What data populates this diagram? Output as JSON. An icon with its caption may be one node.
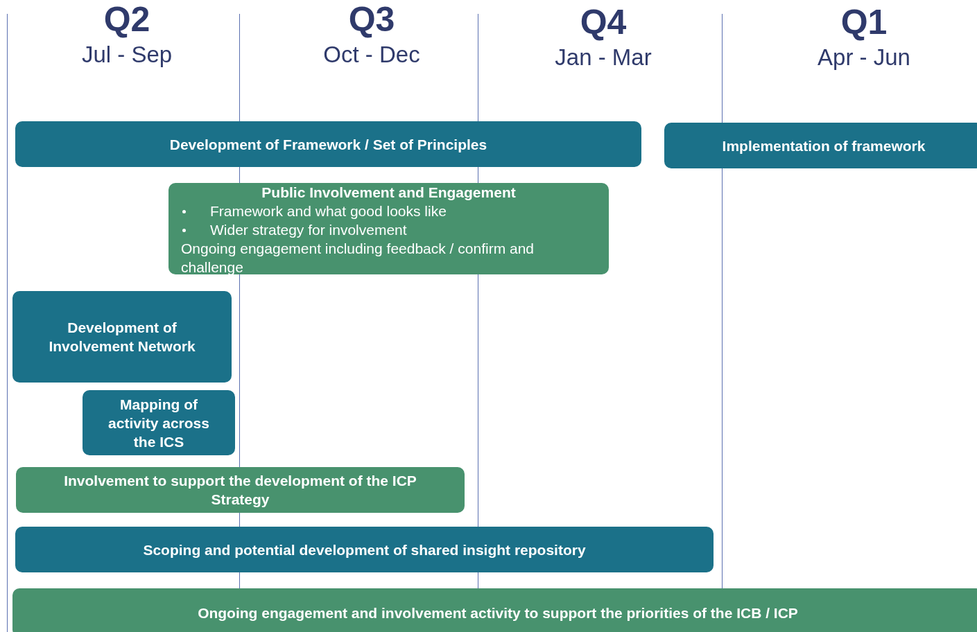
{
  "diagram": {
    "nodes": [
      {
        "text": [
          "Development of Framework / Set of Principles"
        ]
      },
      {
        "text": [
          "Implementation of framework"
        ]
      },
      {
        "text": [
          "Public Involvement and Engagement",
          "Framework and what good looks like",
          "Wider strategy for involvement",
          "Ongoing engagement including feedback / confirm and challenge"
        ]
      },
      {
        "text": [
          "Development of Involvement Network"
        ]
      },
      {
        "text": [
          "Mapping of activity across the ICS"
        ]
      },
      {
        "text": [
          "Involvement to support the development of the ICP Strategy"
        ]
      },
      {
        "text": [
          "Scoping and potential development of shared insight repository"
        ]
      },
      {
        "text": [
          "Ongoing engagement and involvement activity to support the priorities of the ICB / ICP"
        ]
      }
    ],
    "edges": [],
    "labels": [
      "Q2",
      "Jul - Sep",
      "Q3",
      "Oct - Dec",
      "Q4",
      "Jan - Mar",
      "Q1",
      "Apr - Jun"
    ]
  }
}
